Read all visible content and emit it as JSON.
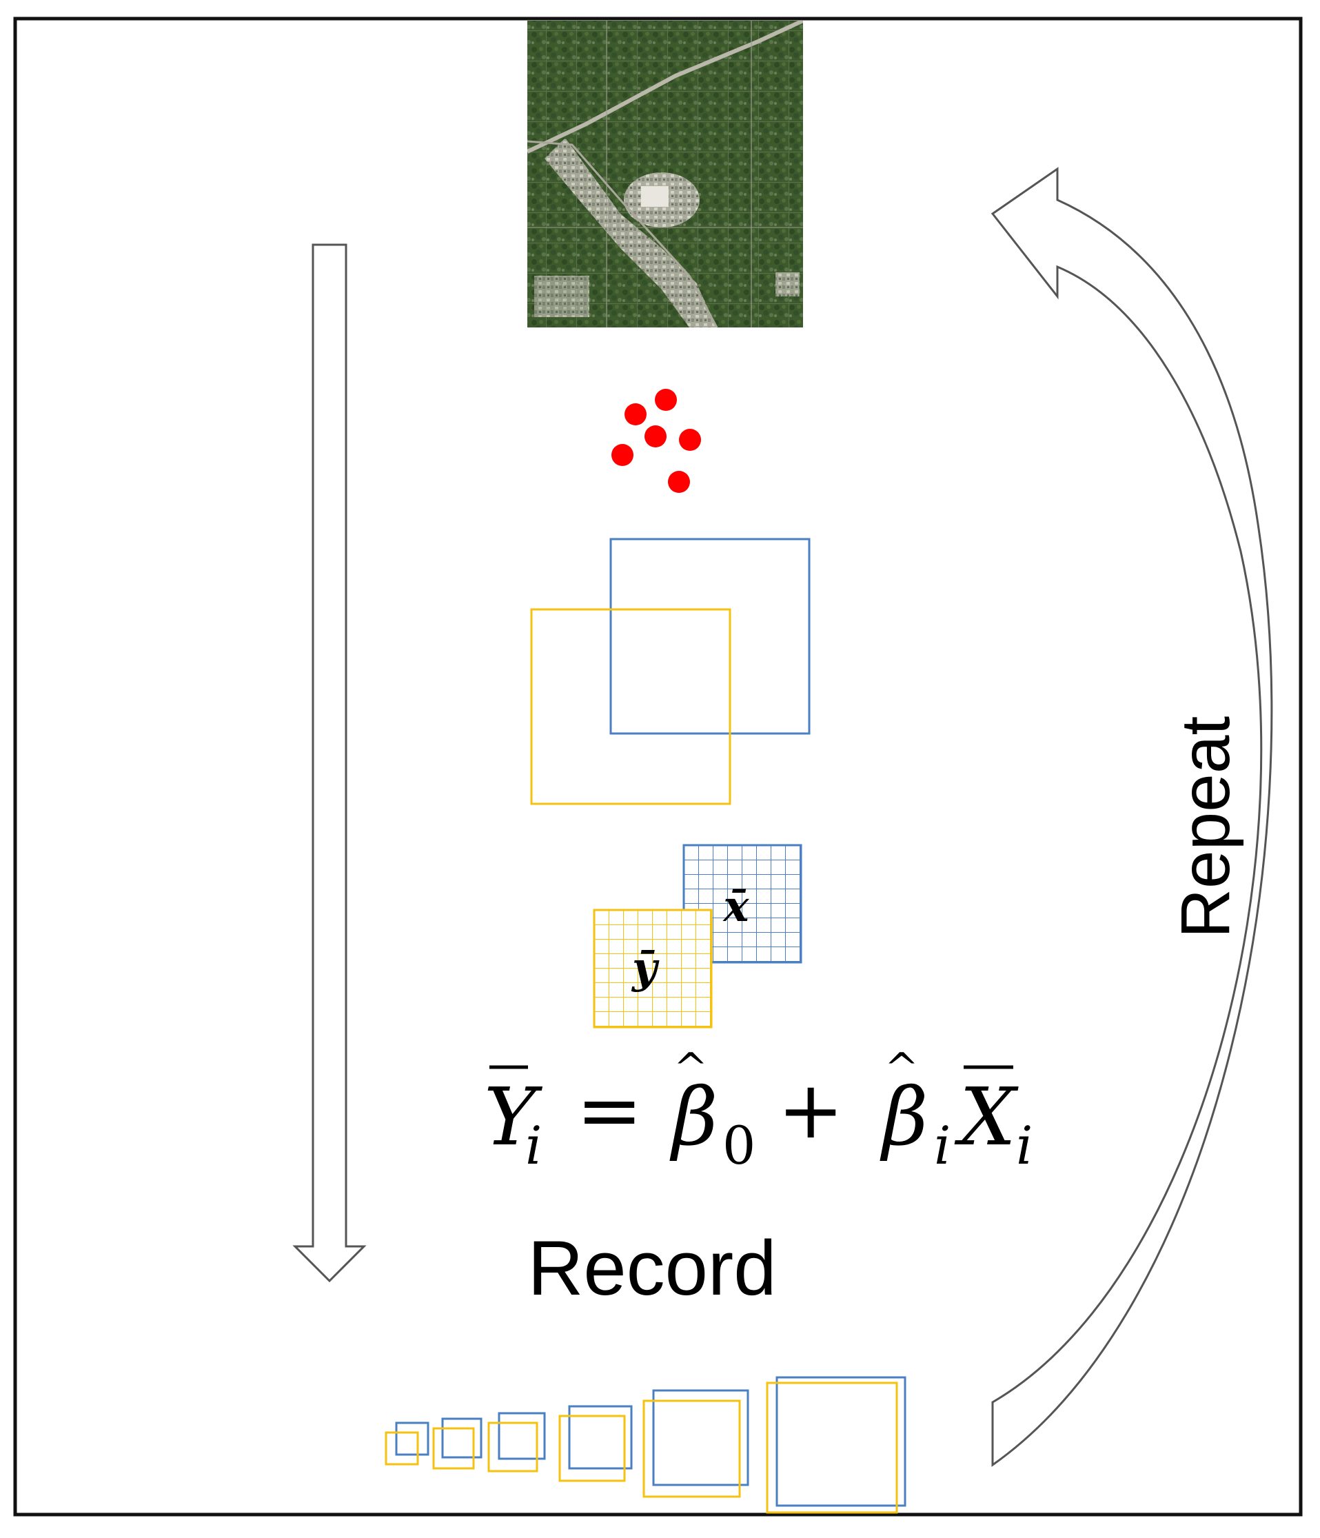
{
  "colors": {
    "frame": "#111111",
    "arrow_outline": "#555555",
    "red_point": "#ff0000",
    "blue_window": "#4a7fc1",
    "yellow_window": "#f5c211",
    "text": "#000000",
    "aerial_base": "#3f5a2f"
  },
  "labels": {
    "x_bar": "x̄",
    "y_bar": "ȳ",
    "record": "Record",
    "repeat": "Repeat"
  },
  "equation": {
    "lhs_symbol": "Y",
    "lhs_subscript": "i",
    "equals": "=",
    "beta": "β",
    "intercept_subscript": "0",
    "plus": "+",
    "slope_subscript": "i",
    "rhs_symbol": "X",
    "rhs_subscript": "i"
  },
  "icons": {
    "aerial_image": "satellite-image",
    "down_arrow": "down-arrow-icon",
    "repeat_arrow": "curved-up-arrow-icon"
  }
}
